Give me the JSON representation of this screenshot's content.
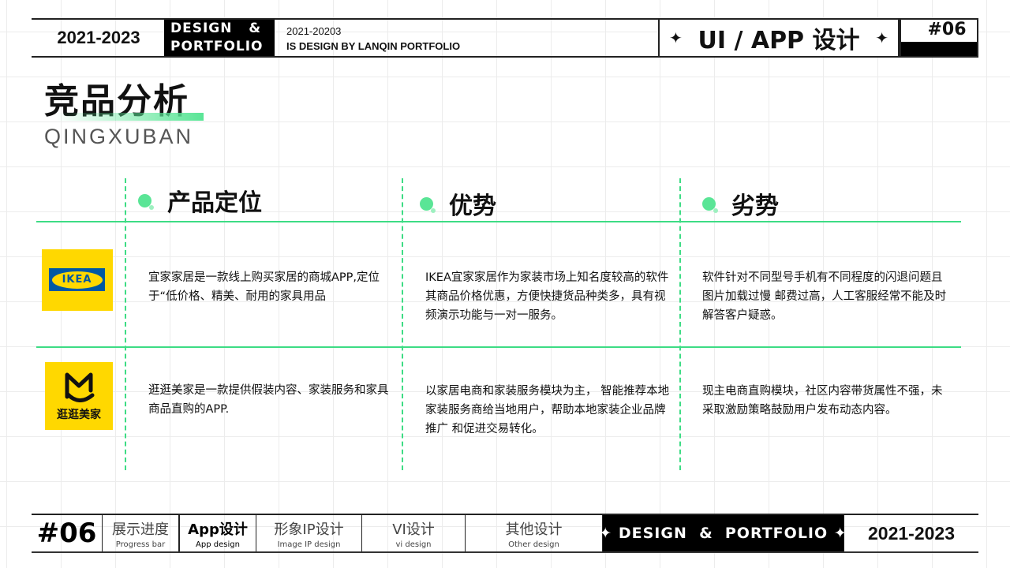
{
  "header": {
    "years": "2021-2023",
    "brand_line1": "DESIGN   &",
    "brand_line2": "PORTFOLIO",
    "sub_line1": "2021-20203",
    "sub_line2": "IS DESIGN BY LANQIN PORTFOLIO",
    "section": "UI / APP 设计",
    "number": "#06"
  },
  "page": {
    "title": "竞品分析",
    "subtitle": "QINGXUBAN"
  },
  "columns": [
    "产品定位",
    "优势",
    "劣势"
  ],
  "rows": [
    {
      "logo_text": "IKEA",
      "cells": [
        "宜家家居是一款线上购买家居的商城APP,定位于“低价格、精美、耐用的家具用品",
        "IKEA宜家家居作为家装市场上知名度较高的软件其商品价格优惠，方便快捷货品种类多，具有视频演示功能与一对一服务。",
        "软件针对不同型号手机有不同程度的闪退问题且图片加载过慢 邮费过高，人工客服经常不能及时解答客户疑惑。"
      ]
    },
    {
      "logo_text": "逛逛美家",
      "cells": [
        "逛逛美家是一款提供假装内容、家装服务和家具商品直购的APP.",
        "以家居电商和家装服务模块为主， 智能推荐本地家装服务商给当地用户，帮助本地家装企业品牌推广 和促进交易转化。",
        "现主电商直购模块，社区内容带货属性不强，未采取激励策略鼓励用户发布动态内容。"
      ]
    }
  ],
  "footer": {
    "number": "#06",
    "nav": [
      {
        "cn": "展示进度",
        "en": "Progress bar"
      },
      {
        "cn": "App设计",
        "en": "App design",
        "active": true
      },
      {
        "cn": "形象IP设计",
        "en": "Image IP design"
      },
      {
        "cn": "VI设计",
        "en": "vi design"
      },
      {
        "cn": "其他设计",
        "en": "Other design"
      }
    ],
    "brand": "DESIGN  &  PORTFOLIO",
    "years": "2021-2023"
  },
  "colors": {
    "accent": "#3ddc84",
    "logo_bg": "#ffd800",
    "ikea_blue": "#0058a3"
  }
}
